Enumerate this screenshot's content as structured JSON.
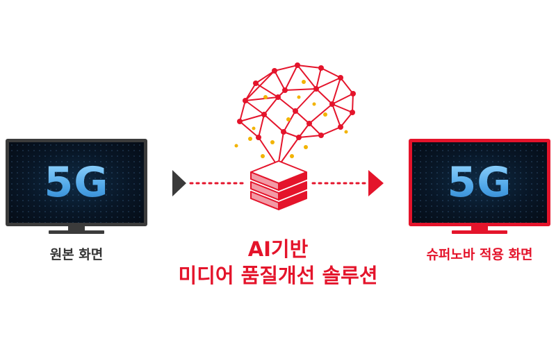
{
  "left_monitor": {
    "screen_text": "5G",
    "caption": "원본 화면"
  },
  "center": {
    "title_line1": "AI기반",
    "title_line2": "미디어 품질개선 솔루션"
  },
  "right_monitor": {
    "screen_text": "5G",
    "caption": "슈퍼노바 적용 화면"
  },
  "colors": {
    "accent_red": "#e4142b",
    "arrow_gray": "#3a3a3a",
    "gold_dot": "#f2b300",
    "monitor_dark": "#3b3b3b",
    "caption_dark": "#333333"
  },
  "icons": {
    "brain": "neural-network-brain-icon",
    "server": "server-stack-icon"
  }
}
